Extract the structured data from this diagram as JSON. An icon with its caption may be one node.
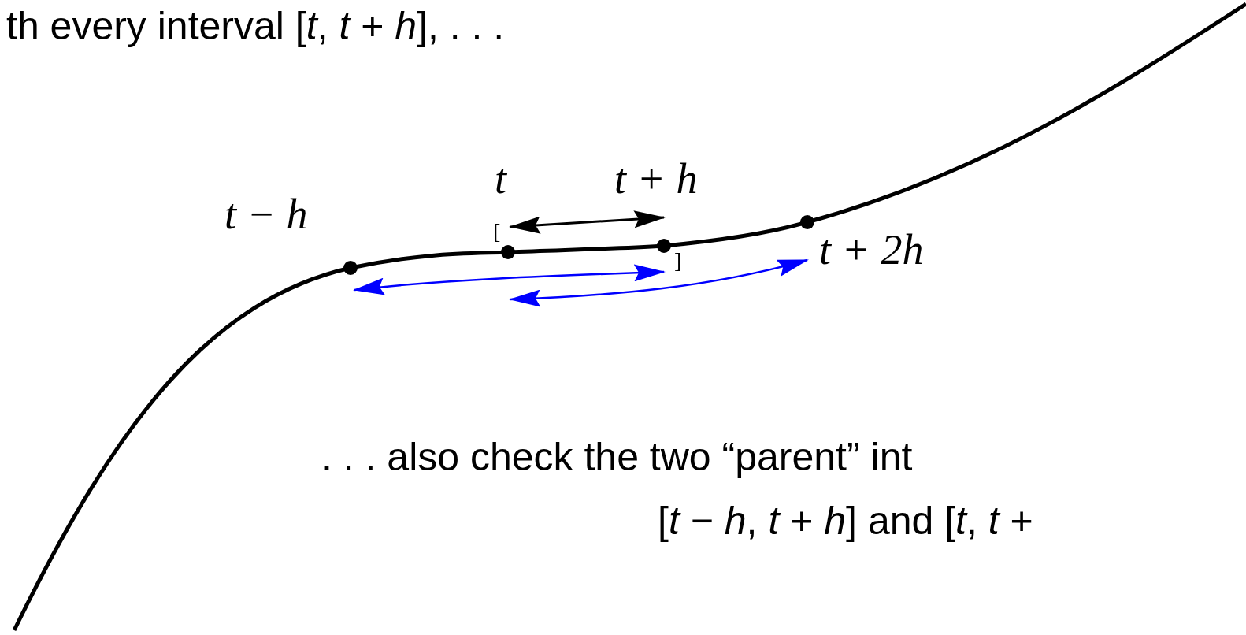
{
  "diagram": {
    "nodes": [
      {
        "text": [],
        "shape": "circle",
        "beside": [
          "t − h"
        ]
      },
      {
        "text": [],
        "shape": "circle",
        "beside": [
          "t"
        ]
      },
      {
        "text": [],
        "shape": "circle",
        "beside": [
          "t + h"
        ]
      },
      {
        "text": [],
        "shape": "circle",
        "beside": [
          "t + 2h"
        ]
      }
    ],
    "edges": [
      {
        "from": 1,
        "to": 2,
        "arrow": "both",
        "color": "#000000"
      },
      {
        "from": 0,
        "to": 2,
        "arrow": "both"
      },
      {
        "from": 1,
        "to": 3,
        "arrow": "both"
      }
    ],
    "labels": [
      "th every interval [*t*, *t* + *h*], . . .",
      "[",
      "]",
      ". . . also check the two “parent” int",
      "[*t* − *h*, *t* + *h*] and [*t*, *t* +"
    ]
  }
}
